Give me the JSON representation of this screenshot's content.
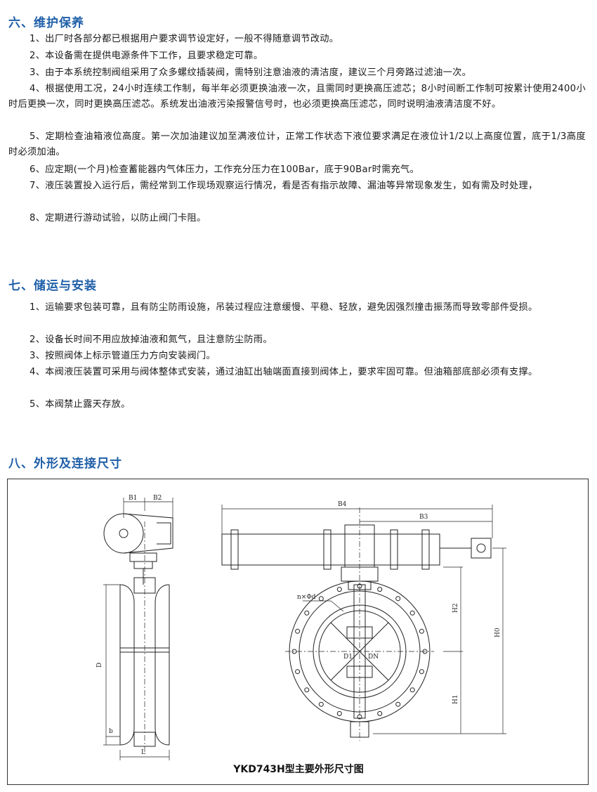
{
  "section6": {
    "title": "六、维护保养",
    "items": [
      "1、出厂时各部分都已根据用户要求调节设定好，一般不得随意调节改动。",
      "2、本设备需在提供电源条件下工作，且要求稳定可靠。",
      "3、由于本系统控制阀组采用了众多螺纹插装阀，需特别注意油液的清洁度，建议三个月旁路过滤油一次。",
      "4、根据使用工况，24小时连续工作制，每半年必须更换油液一次，且需同时更换高压滤芯；8小时间断工作制可按累计使用2400小时后更换一次，同时更换高压滤芯。系统发出油液污染报警信号时，也必须更换高压滤芯，同时说明油液清洁度不好。",
      "5、定期检查油箱液位高度。第一次加油建议加至满液位计，正常工作状态下液位要求满足在液位计1/2以上高度位置，底于1/3高度时必须加油。",
      "6、应定期(一个月)检查蓄能器内气体压力，工作充分压力在100Bar，底于90Bar时需充气。",
      "7、液压装置投入运行后，需经常到工作现场观察运行情况，看是否有指示故障、漏油等异常现象发生，如有需及时处理，",
      "8、定期进行游动试验，以防止阀门卡阻。"
    ]
  },
  "section7": {
    "title": "七、储运与安装",
    "items": [
      "1、运输要求包装可靠，且有防尘防雨设施，吊装过程应注意缓慢、平稳、轻放，避免因强烈撞击振荡而导致零部件受损。",
      "2、设备长时间不用应放掉油液和氮气，且注意防尘防雨。",
      "3、按照阀体上标示管道压力方向安装阀门。",
      "4、本阀液压装置可采用与阀体整体式安装，通过油缸出轴端面直接到阀体上，要求牢固可靠。但油箱部底部必须有支撑。",
      "5、本阀禁止露天存放。"
    ]
  },
  "section8": {
    "title": "八、外形及连接尺寸",
    "caption": "YKD743H型主要外形尺寸图",
    "dims": {
      "b1": "B1",
      "b2": "B2",
      "b3": "B3",
      "b4": "B4",
      "d": "D",
      "b": "b",
      "l": "L",
      "h0": "H0",
      "h1": "H1",
      "h2": "H2",
      "nphi": "n×Φd",
      "d1": "D1",
      "dn": "DN"
    }
  }
}
